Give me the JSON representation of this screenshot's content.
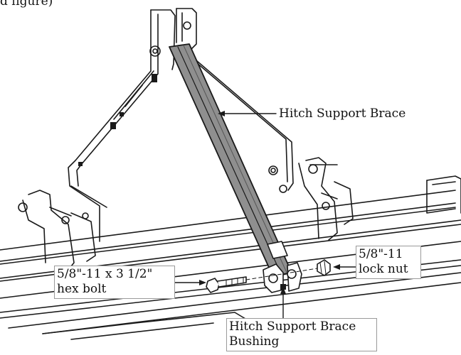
{
  "top_text": "d figure)",
  "labels": {
    "brace": "Hitch Support Brace",
    "bolt_line1": "5/8\"-11 x 3 1/2\"",
    "bolt_line2": "hex bolt",
    "nut_line1": "5/8\"-11",
    "nut_line2": "lock nut",
    "bushing_line1": "Hitch Support Brace",
    "bushing_line2": "Bushing"
  },
  "colors": {
    "line": "#1a1a1a",
    "brace_fill": "#8f8f8f",
    "plate_fill": "#ffffff",
    "callout_border": "#9a9a9a"
  }
}
